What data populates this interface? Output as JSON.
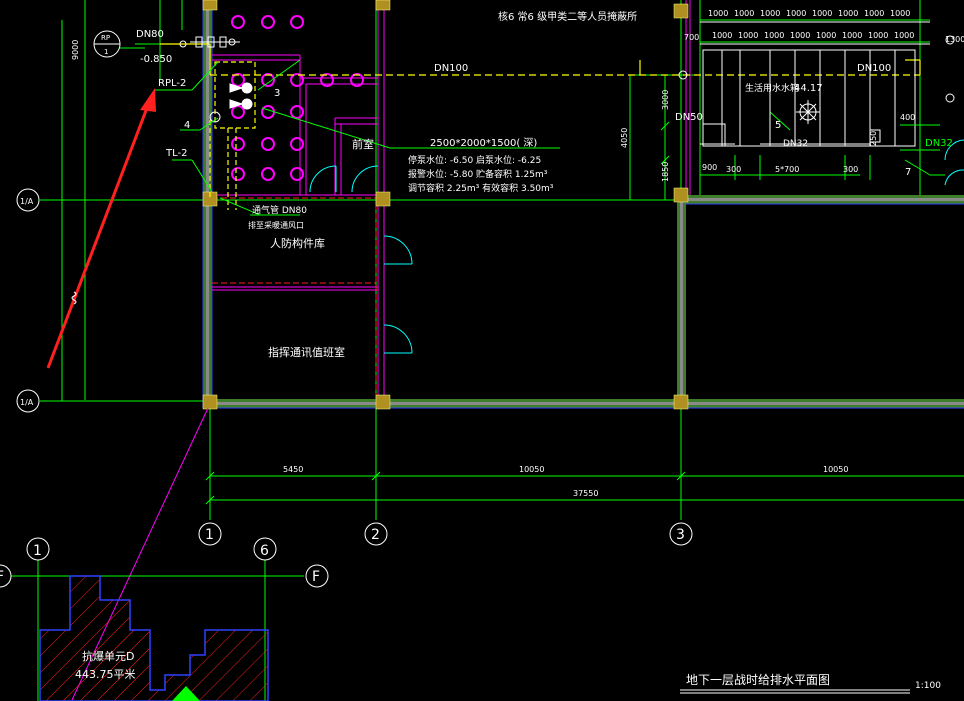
{
  "colors": {
    "background": "#000000",
    "grid": "#00ff00",
    "wall_outer": "#3e7e2a",
    "wall_core": "#8a8a8a",
    "wall_edge": "#3040ff",
    "column": "#b09020",
    "room_magenta": "#ff00ff",
    "water_yellow": "#ffff00",
    "door_cyan": "#00ffff",
    "white": "#ffffff",
    "red": "#ff2020",
    "hatch": "#ff2020",
    "blue": "#2020ff"
  },
  "grid_labels": {
    "axis_1": "1",
    "axis_2": "2",
    "axis_3": "3",
    "axis_a": "1/A",
    "axis_b": "1/A",
    "inset_1": "1",
    "inset_6": "6",
    "inset_f_left": "F",
    "inset_f_right": "F"
  },
  "dims": {
    "d9000": "9000",
    "d5450": "5450",
    "d10050a": "10050",
    "d10050b": "10050",
    "d37550": "37550",
    "d4050": "4050",
    "d3000": "3000",
    "d1850": "1850",
    "d900": "900",
    "d300a": "300",
    "d5x700": "5*700",
    "d300b": "300",
    "d700": "700",
    "d250": "250",
    "d400": "400",
    "d1300": "1300",
    "top_1000_row": "1000",
    "top_700_row": "700"
  },
  "labels": {
    "top_title": "核6 常6 级甲类二等人员掩蔽所",
    "rp_top": "RP",
    "rp_bottom": "1",
    "dn80": "DN80",
    "elev": "-0.850",
    "rpl2": "RPL-2",
    "tl2": "TL-2",
    "n4": "4",
    "n3": "3",
    "dn100_left": "DN100",
    "dn100_right": "DN100",
    "dn50": "DN50",
    "dn32": "DN32",
    "dn32_right": "DN32",
    "tank_name": "生活用水水箱",
    "tank_elev": "44.17",
    "n5": "5",
    "n7": "7",
    "qianshi": "前室",
    "pit_size": "2500*2000*1500( 深)",
    "pit_line1": "停泵水位:  -6.50  启泵水位:  -6.25",
    "pit_line2": "报警水位:  -5.80  贮备容积  1.25m³",
    "pit_line3": "调节容积  2.25m³  有效容积  3.50m³",
    "vent_pipe": "通气管  DN80",
    "vent_note": "排至采暖通风口",
    "room_store": "人防构件库",
    "room_duty": "指挥通讯值班室",
    "hatch_line1": "抗爆单元D",
    "hatch_line2": "443.75平米",
    "drawing_title": "地下一层战时给排水平面图",
    "scale": "1:100"
  }
}
